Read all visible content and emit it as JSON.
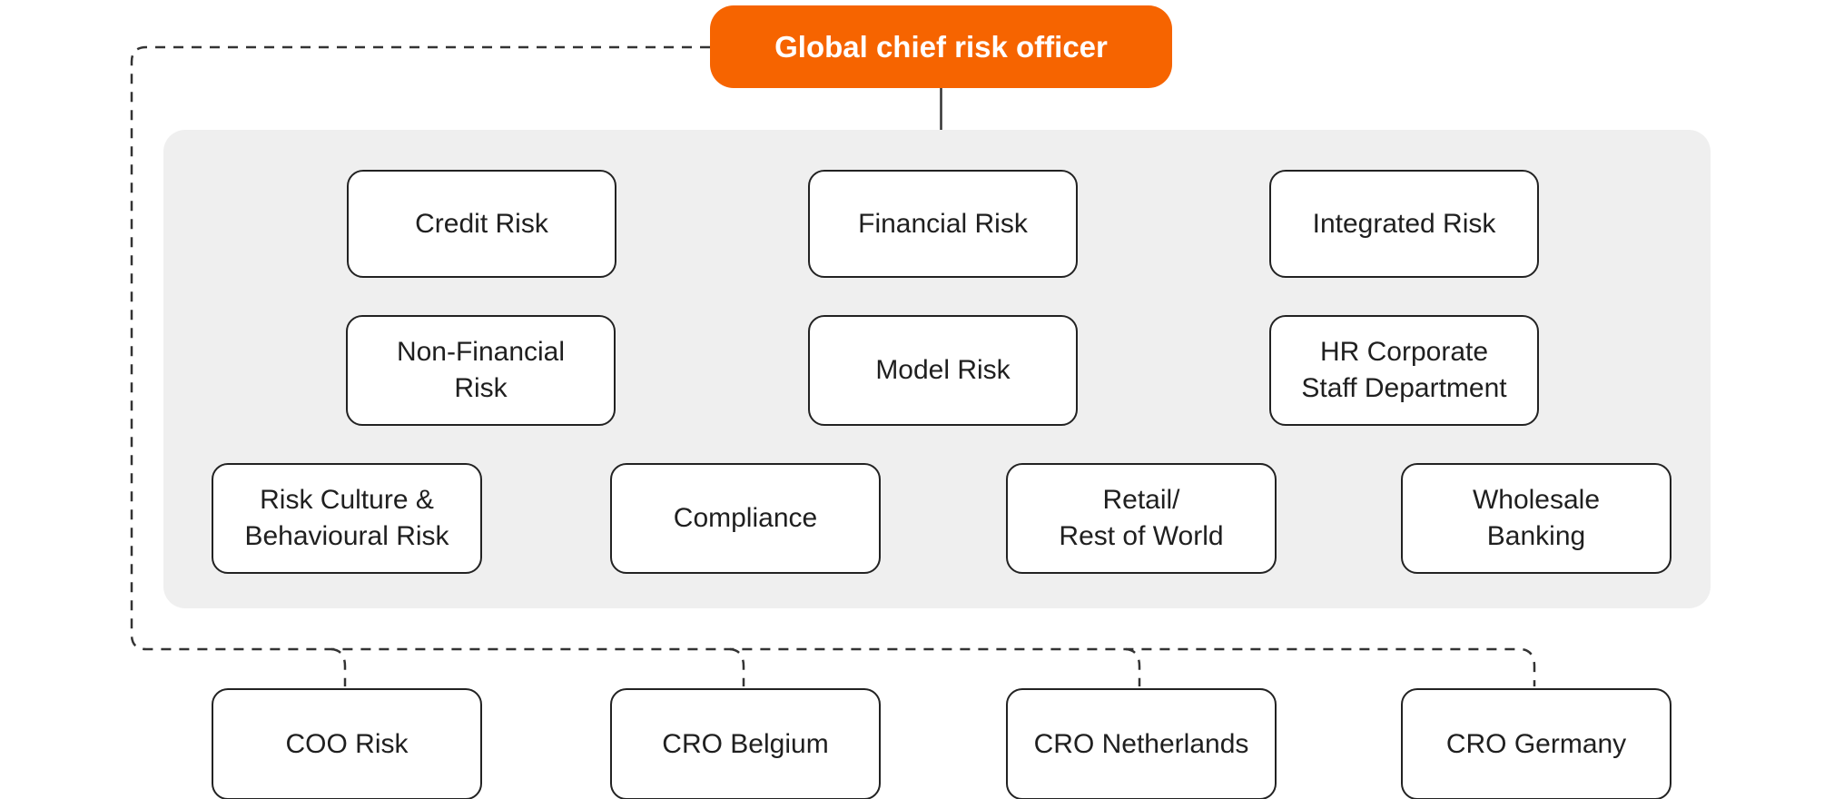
{
  "colors": {
    "orange": "#f66400",
    "panel": "#efefef",
    "line": "#333333",
    "border": "#222222",
    "ink": "#1f1f1f"
  },
  "org": {
    "root": "Global chief risk officer",
    "panel": {
      "row1": [
        "Credit Risk",
        "Financial Risk",
        "Integrated Risk"
      ],
      "row2": [
        "Non-Financial\nRisk",
        "Model Risk",
        "HR Corporate\nStaff Department"
      ],
      "row3": [
        "Risk Culture &\nBehavioural Risk",
        "Compliance",
        "Retail/\nRest of World",
        "Wholesale\nBanking"
      ]
    },
    "direct_reports": [
      "COO Risk",
      "CRO Belgium",
      "CRO Netherlands",
      "CRO Germany"
    ]
  }
}
